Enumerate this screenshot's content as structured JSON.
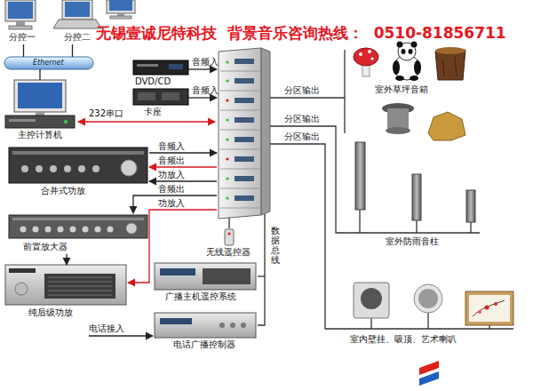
{
  "diagram": {
    "title": "无锡壹诚尼特科技  背景音乐咨询热线：  0510-81856711",
    "nodes": [
      {
        "text": [
          "分控一"
        ]
      },
      {
        "text": [
          "分控二"
        ]
      },
      {
        "text": [
          "Ethernet"
        ]
      },
      {
        "text": [
          "主控计算机"
        ]
      },
      {
        "text": [
          "DVD/CD"
        ]
      },
      {
        "text": [
          "卡座"
        ]
      },
      {
        "text": [
          "合并式功放"
        ]
      },
      {
        "text": [
          "前置放大器"
        ]
      },
      {
        "text": [
          "纯后级功放"
        ]
      },
      {
        "text": [
          "无线遥控器"
        ]
      },
      {
        "text": [
          "广播主机遥控系统"
        ]
      },
      {
        "text": [
          "电话广播控制器"
        ]
      },
      {
        "text": [
          "室外草坪音箱"
        ]
      },
      {
        "text": [
          "室外防雨音柱"
        ]
      },
      {
        "text": [
          "室内壁挂、吸顶、艺术喇叭"
        ]
      }
    ],
    "edges": [
      {
        "from": 0,
        "to": 2,
        "arrow": "none"
      },
      {
        "from": 1,
        "to": 2,
        "arrow": "none"
      },
      {
        "from": 2,
        "to": 3,
        "arrow": "none"
      },
      {
        "from": 7,
        "to": 8,
        "arrow": "to"
      }
    ],
    "labels": [
      "音频入",
      "音频入",
      "232串口",
      "音频入",
      "音频出",
      "功放入",
      "音频出",
      "功放入",
      "数据总线",
      "分区输出",
      "分区输出",
      "分区输出",
      "电话接入"
    ]
  }
}
